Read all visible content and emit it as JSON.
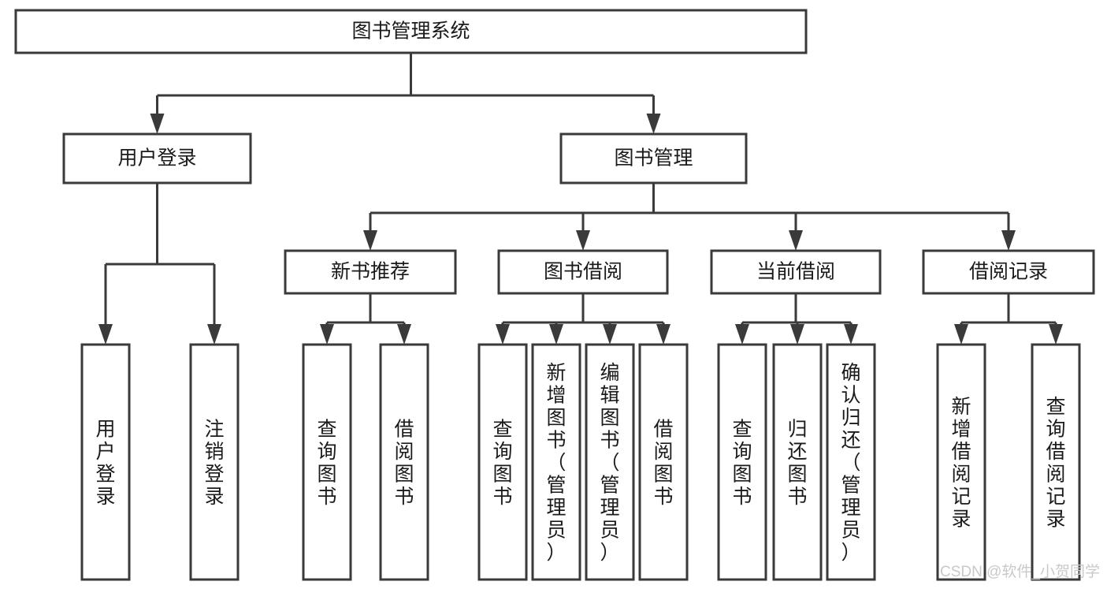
{
  "diagram": {
    "title": "图书管理系统",
    "type": "tree",
    "orientation": "top-down",
    "colors": {
      "box_fill": "#ffffff",
      "box_stroke": "#3a3a3a",
      "text": "#1a1a1a",
      "background": "#ffffff",
      "watermark": "#c9c9c9"
    },
    "nodes": {
      "root": {
        "label": "图书管理系统",
        "level": 1,
        "text_orientation": "horizontal"
      },
      "user_login": {
        "label": "用户登录",
        "level": 2,
        "text_orientation": "horizontal"
      },
      "book_manage": {
        "label": "图书管理",
        "level": 2,
        "text_orientation": "horizontal"
      },
      "new_book_rec": {
        "label": "新书推荐",
        "level": 3,
        "text_orientation": "horizontal"
      },
      "book_borrow": {
        "label": "图书借阅",
        "level": 3,
        "text_orientation": "horizontal"
      },
      "current_borrow": {
        "label": "当前借阅",
        "level": 3,
        "text_orientation": "horizontal"
      },
      "borrow_record": {
        "label": "借阅记录",
        "level": 3,
        "text_orientation": "horizontal"
      },
      "leaf_user_login": {
        "label": "用户登录",
        "level": 4,
        "text_orientation": "vertical"
      },
      "leaf_logout": {
        "label": "注销登录",
        "level": 4,
        "text_orientation": "vertical"
      },
      "leaf_query_book_1": {
        "label": "查询图书",
        "level": 4,
        "text_orientation": "vertical"
      },
      "leaf_borrow_book_1": {
        "label": "借阅图书",
        "level": 4,
        "text_orientation": "vertical"
      },
      "leaf_query_book_2": {
        "label": "查询图书",
        "level": 4,
        "text_orientation": "vertical"
      },
      "leaf_add_book": {
        "label": "新增图书（管理员）",
        "level": 4,
        "text_orientation": "vertical"
      },
      "leaf_edit_book": {
        "label": "编辑图书（管理员）",
        "level": 4,
        "text_orientation": "vertical"
      },
      "leaf_borrow_book_2": {
        "label": "借阅图书",
        "level": 4,
        "text_orientation": "vertical"
      },
      "leaf_query_book_3": {
        "label": "查询图书",
        "level": 4,
        "text_orientation": "vertical"
      },
      "leaf_return_book": {
        "label": "归还图书",
        "level": 4,
        "text_orientation": "vertical"
      },
      "leaf_confirm_return": {
        "label": "确认归还（管理员）",
        "level": 4,
        "text_orientation": "vertical"
      },
      "leaf_add_record": {
        "label": "新增借阅记录",
        "level": 4,
        "text_orientation": "vertical"
      },
      "leaf_query_record": {
        "label": "查询借阅记录",
        "level": 4,
        "text_orientation": "vertical"
      }
    },
    "edges": [
      {
        "from": "root",
        "to": "user_login"
      },
      {
        "from": "root",
        "to": "book_manage"
      },
      {
        "from": "book_manage",
        "to": "new_book_rec"
      },
      {
        "from": "book_manage",
        "to": "book_borrow"
      },
      {
        "from": "book_manage",
        "to": "current_borrow"
      },
      {
        "from": "book_manage",
        "to": "borrow_record"
      },
      {
        "from": "user_login",
        "to": "leaf_user_login"
      },
      {
        "from": "user_login",
        "to": "leaf_logout"
      },
      {
        "from": "new_book_rec",
        "to": "leaf_query_book_1"
      },
      {
        "from": "new_book_rec",
        "to": "leaf_borrow_book_1"
      },
      {
        "from": "book_borrow",
        "to": "leaf_query_book_2"
      },
      {
        "from": "book_borrow",
        "to": "leaf_add_book"
      },
      {
        "from": "book_borrow",
        "to": "leaf_edit_book"
      },
      {
        "from": "book_borrow",
        "to": "leaf_borrow_book_2"
      },
      {
        "from": "current_borrow",
        "to": "leaf_query_book_3"
      },
      {
        "from": "current_borrow",
        "to": "leaf_return_book"
      },
      {
        "from": "current_borrow",
        "to": "leaf_confirm_return"
      },
      {
        "from": "borrow_record",
        "to": "leaf_add_record"
      },
      {
        "from": "borrow_record",
        "to": "leaf_query_record"
      }
    ]
  },
  "watermark": {
    "text": "CSDN @软件_小贺同学"
  }
}
